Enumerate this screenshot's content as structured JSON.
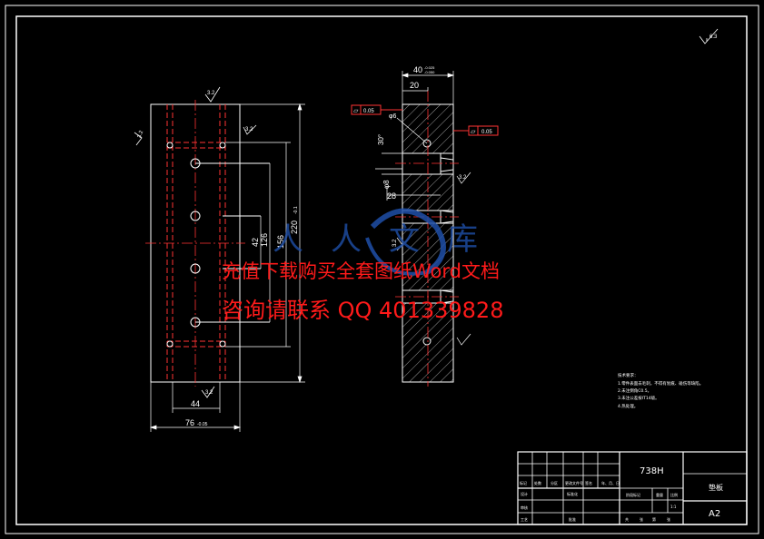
{
  "front_view": {
    "dims": {
      "total_height": "220",
      "total_height_tol": "-0.1",
      "span_156": "156",
      "span_126": "126",
      "span_42": "42",
      "width_44": "44",
      "width_76": "76",
      "width_76_tol": "-0.05"
    },
    "roughness": [
      "3.2",
      "3.2",
      "3.2",
      "3.2"
    ]
  },
  "section_view": {
    "dims": {
      "width_40": "40",
      "width_40_tol_upper": "-0.025",
      "width_40_tol_lower": "-0.050",
      "width_20": "20",
      "width_28": "28",
      "angle_30": "30°",
      "dia_8": "φ8",
      "dia_6": "φ6"
    },
    "tolerance_frames": [
      {
        "symbol": "▱",
        "value": "0.05"
      },
      {
        "symbol": "▱",
        "value": "0.05"
      }
    ],
    "roughness": [
      "3.2",
      "3.2"
    ]
  },
  "general_roughness": "6.3",
  "notes": [
    "技术要求：",
    "1.零件表面去毛刺，不得有划痕、碰伤等缺陷。",
    "2.未注倒角C0.5。",
    "3.未注公差按IT14级。",
    "4.热处理。"
  ],
  "title_block": {
    "drawing_number": "738H",
    "part_name": "垫板",
    "sheet_size": "A2",
    "left_headers": [
      "标记",
      "处数",
      "分区",
      "更改文件号",
      "签名",
      "年、月、日"
    ],
    "left_rows": [
      "设计",
      "审核",
      "工艺"
    ],
    "left_mid": [
      "标准化",
      "批准"
    ],
    "stage_headers": [
      "阶段标记",
      "重量",
      "比例"
    ],
    "scale": "1:1",
    "sheet_info": [
      "共",
      "张",
      "第",
      "张"
    ]
  },
  "watermark": {
    "line1": "充值下载购买全套图纸Word文档",
    "line2": "咨询请联系 QQ 401339828",
    "logo_text": "人人文库"
  },
  "colors": {
    "background": "#000000",
    "line": "#ffffff",
    "hidden": "#ff3333",
    "dimension": "#ffffff",
    "watermark": "#ff1a1a",
    "logo": "#1f4fa8"
  }
}
